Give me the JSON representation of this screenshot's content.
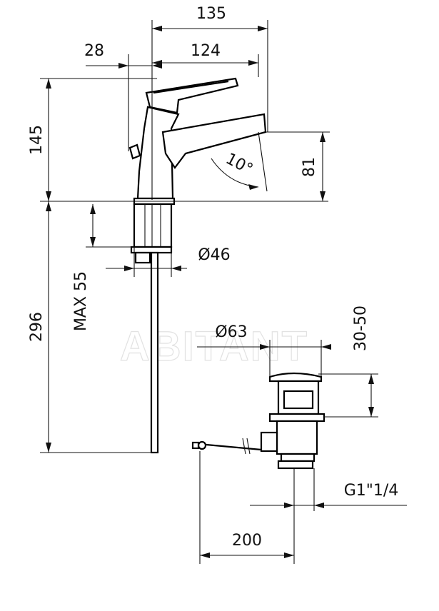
{
  "watermark": "ABITANT",
  "dimensions": {
    "total_width": "135",
    "spout_reach": "124",
    "lever_offset": "28",
    "height": "145",
    "spout_height": "81",
    "angle": "10°",
    "hole_diameter": "Ø46",
    "max_thickness": "MAX 55",
    "tail_length": "296",
    "waste_diameter": "Ø63",
    "plug_lift": "30-50",
    "thread": "G1\"1/4",
    "rod_length": "200"
  },
  "colors": {
    "ink": "#111111",
    "watermark": "#e2e2e2"
  }
}
